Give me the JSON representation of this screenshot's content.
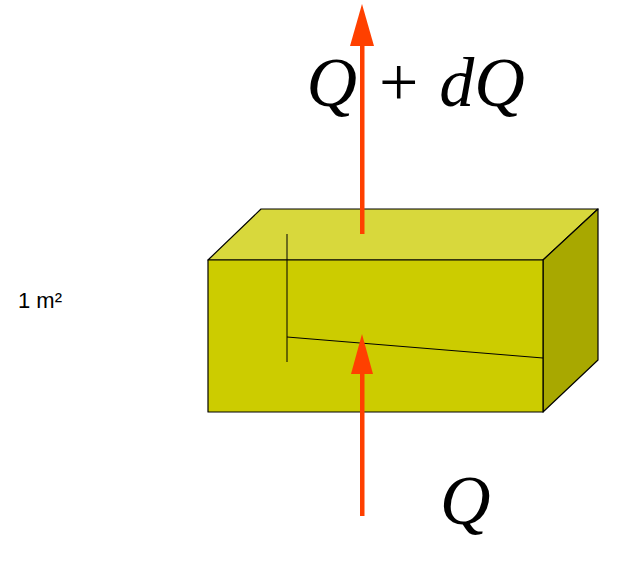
{
  "diagram": {
    "labels": [
      "Q + dQ",
      "1 m²",
      "Q"
    ]
  }
}
